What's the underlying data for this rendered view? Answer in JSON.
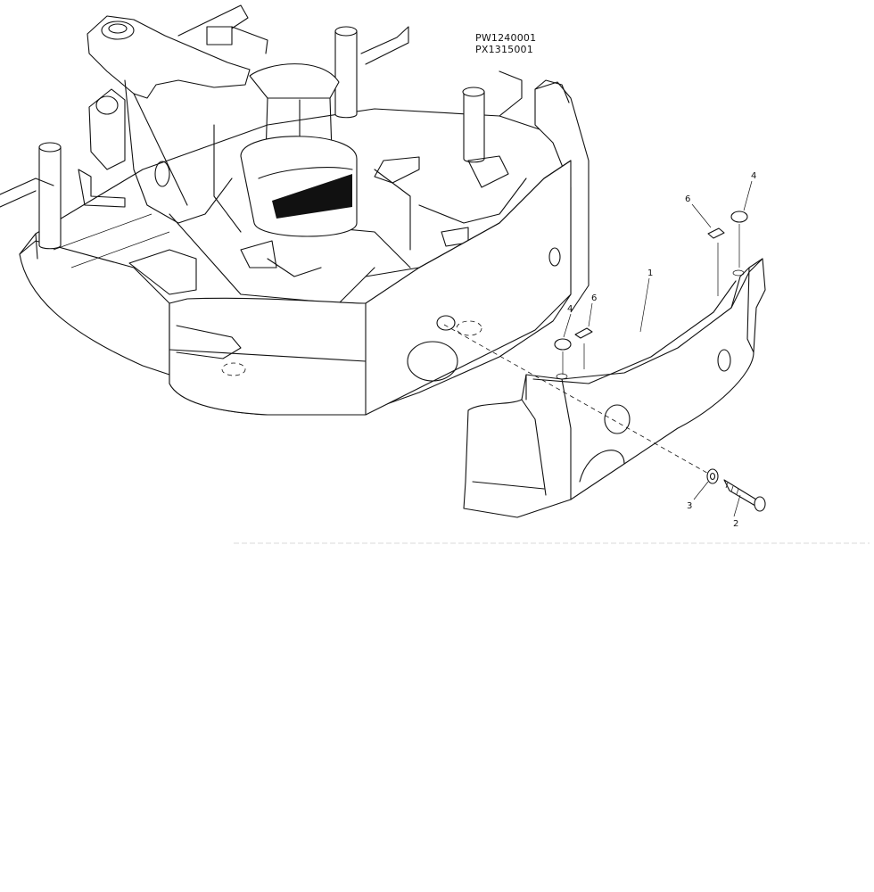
{
  "reference_codes": [
    "PW1240001",
    "PX1315001"
  ],
  "callouts": [
    {
      "label": "1"
    },
    {
      "label": "2"
    },
    {
      "label": "3"
    },
    {
      "label": "4"
    },
    {
      "label": "4"
    },
    {
      "label": "6"
    },
    {
      "label": "6"
    }
  ],
  "colors": {
    "line": "#111111",
    "background": "#ffffff",
    "band": "#111111"
  }
}
